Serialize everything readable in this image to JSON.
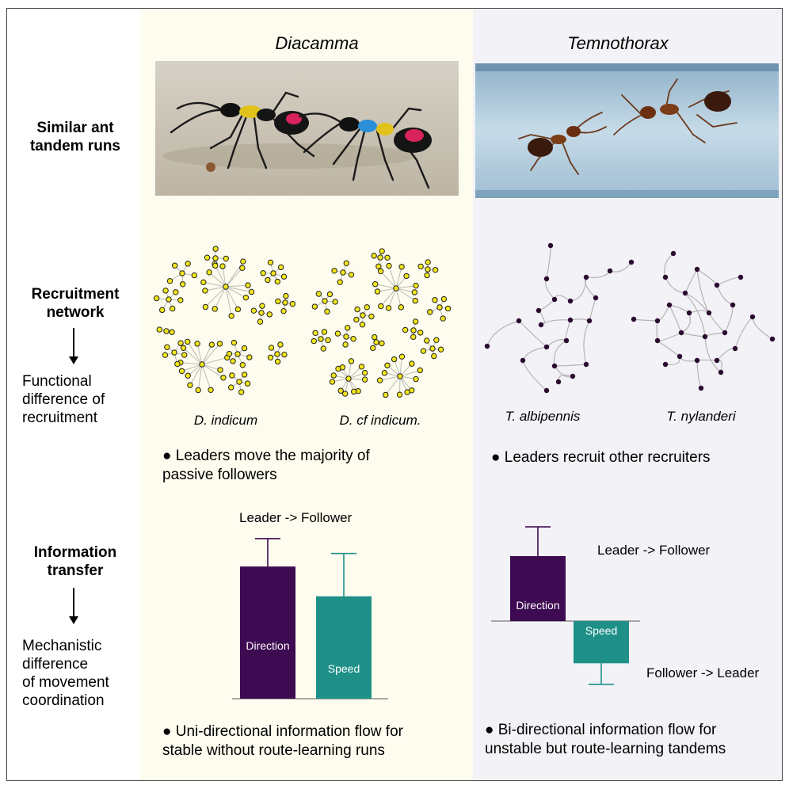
{
  "genus": {
    "left": "Diacamma",
    "right": "Temnothorax"
  },
  "rows": {
    "tandem": [
      "Similar ant",
      "tandem runs"
    ],
    "recruitment": [
      "Recruitment",
      "network"
    ],
    "functional": [
      "Functional",
      "difference of",
      "recruitment"
    ],
    "information": [
      "Information",
      "transfer"
    ],
    "mechanistic": [
      "Mechanistic",
      "difference",
      "of movement",
      "coordination"
    ]
  },
  "species": {
    "d_indicum": "D. indicum",
    "d_cf_prefix": "D. cf ",
    "d_cf_name": "indicum.",
    "t_albipennis": "T. albipennis",
    "t_nylanderi": "T. nylanderi"
  },
  "bullets": {
    "dia_recruit": [
      "● Leaders move the majority of",
      "passive followers"
    ],
    "tem_recruit": [
      "● Leaders recruit other recruiters"
    ],
    "dia_info": [
      "● Uni-directional information flow for",
      "stable without route-learning runs"
    ],
    "tem_info": [
      "● Bi-directional information flow for",
      "unstable but route-learning tandems"
    ]
  },
  "flow": {
    "dia_leader_follower": "Leader -> Follower",
    "tem_leader_follower": "Leader -> Follower",
    "tem_follower_leader": "Follower -> Leader"
  },
  "chart_data": [
    {
      "type": "bar",
      "categories": [
        "Direction",
        "Speed"
      ],
      "values": [
        0.71,
        0.55
      ],
      "errors": [
        0.15,
        0.23
      ],
      "colors": [
        "#3e0a52",
        "#1e9088"
      ]
    },
    {
      "type": "bar",
      "categories": [
        "Direction",
        "Speed"
      ],
      "values": [
        0.4,
        -0.26
      ],
      "errors": [
        0.18,
        0.13
      ],
      "colors": [
        "#3e0a52",
        "#1e9088"
      ]
    }
  ],
  "colors": {
    "purple": "#3e0a52",
    "teal": "#1e9088",
    "yellow_node": "#f2e61a",
    "dark_node": "#2a0a30",
    "dia_bg": "#fdfcee",
    "tem_bg": "#f3f2f6"
  }
}
